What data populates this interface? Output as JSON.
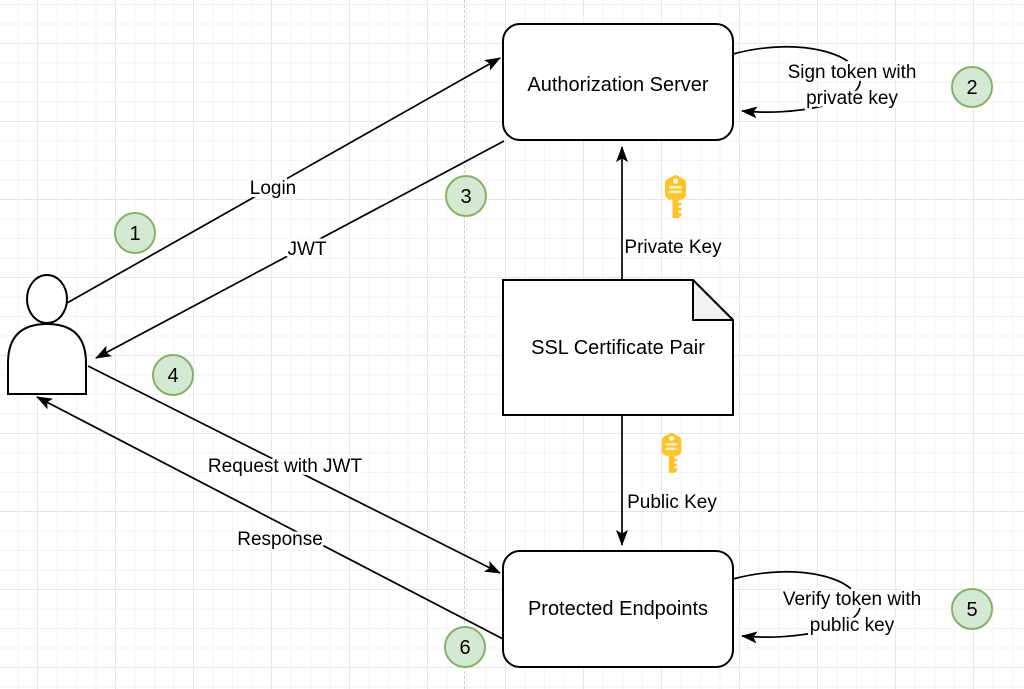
{
  "diagram": {
    "nodes": {
      "auth_server": {
        "label": "Authorization Server"
      },
      "ssl_cert": {
        "label": "SSL Certificate Pair"
      },
      "endpoints": {
        "label": "Protected Endpoints"
      }
    },
    "edges": {
      "login": {
        "label": "Login"
      },
      "jwt": {
        "label": "JWT"
      },
      "request": {
        "label": "Request with JWT"
      },
      "response": {
        "label": "Response"
      },
      "private_key": {
        "label": "Private Key"
      },
      "public_key": {
        "label": "Public Key"
      }
    },
    "loops": {
      "sign": {
        "line1": "Sign token with",
        "line2": "private key"
      },
      "verify": {
        "line1": "Verify token with",
        "line2": "public key"
      }
    },
    "steps": [
      "1",
      "2",
      "3",
      "4",
      "5",
      "6"
    ],
    "icons": {
      "key1": "key-icon",
      "key2": "key-icon",
      "actor": "person-icon"
    },
    "colors": {
      "step_fill": "#d5e8d4",
      "step_border": "#82b366",
      "key_yellow": "#ffc528",
      "line_black": "#000000",
      "note_fold": "#f2f2f2"
    }
  }
}
